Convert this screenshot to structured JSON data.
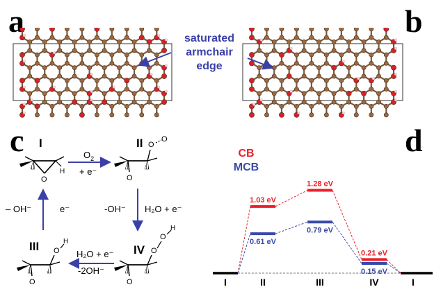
{
  "panels": {
    "a": "a",
    "b": "b",
    "c": "c",
    "d": "d"
  },
  "annotation": {
    "line1": "saturated",
    "line2": "armchair",
    "line3": "edge"
  },
  "cycle": {
    "states": {
      "I": "I",
      "II": "II",
      "III": "III",
      "IV": "IV"
    },
    "o2_base": "O",
    "o2_sub": "2",
    "plus_e": "+ e⁻",
    "h2o_e_right": "H₂O + e⁻",
    "minus_oh_right": "-OH⁻",
    "h2o_e_bottom": "H₂O + e⁻",
    "minus_2oh": "-2OH⁻",
    "minus_oh_left": "– OH⁻",
    "e_left": "e⁻",
    "atom_O": "O",
    "atom_H": "H"
  },
  "energy": {
    "legend": {
      "cb": "CB",
      "mcb": "MCB"
    },
    "colors": {
      "cb": "#e8202a",
      "mcb": "#3a4aa8",
      "baseline": "#000000"
    },
    "x_labels": [
      "I",
      "II",
      "III",
      "IV",
      "I"
    ],
    "cb_levels": [
      {
        "stage": "II",
        "value": 1.03,
        "label": "1.03 eV"
      },
      {
        "stage": "III",
        "value": 1.28,
        "label": "1.28 eV"
      },
      {
        "stage": "IV",
        "value": 0.21,
        "label": "0.21 eV"
      }
    ],
    "mcb_levels": [
      {
        "stage": "II",
        "value": 0.61,
        "label": "0.61 eV"
      },
      {
        "stage": "III",
        "value": 0.79,
        "label": "0.79 eV"
      },
      {
        "stage": "IV",
        "value": 0.15,
        "label": "0.15 eV"
      }
    ]
  }
}
